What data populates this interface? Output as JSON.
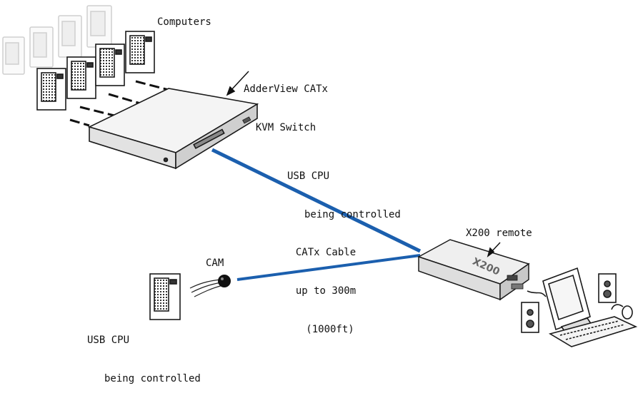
{
  "labels": {
    "computers": "Computers",
    "kvm_line1": "AdderView CATx",
    "kvm_line2": "KVM Switch",
    "usb_cpu_top_line1": "USB CPU",
    "usb_cpu_top_line2": "being controlled",
    "catx_line1": "CATx Cable",
    "catx_line2": "up to 300m",
    "catx_line3": "(1000ft)",
    "remote": "X200 remote",
    "cam": "CAM",
    "usb_cpu_bottom_line1": "USB CPU",
    "usb_cpu_bottom_line2": "being controlled"
  },
  "device_markings": {
    "x200_logo": "X200"
  },
  "colors": {
    "cable": "#1b5fae",
    "outline": "#1a1a1a",
    "tower_faded": "#d8d8d8",
    "tower_shade": "#555555"
  }
}
